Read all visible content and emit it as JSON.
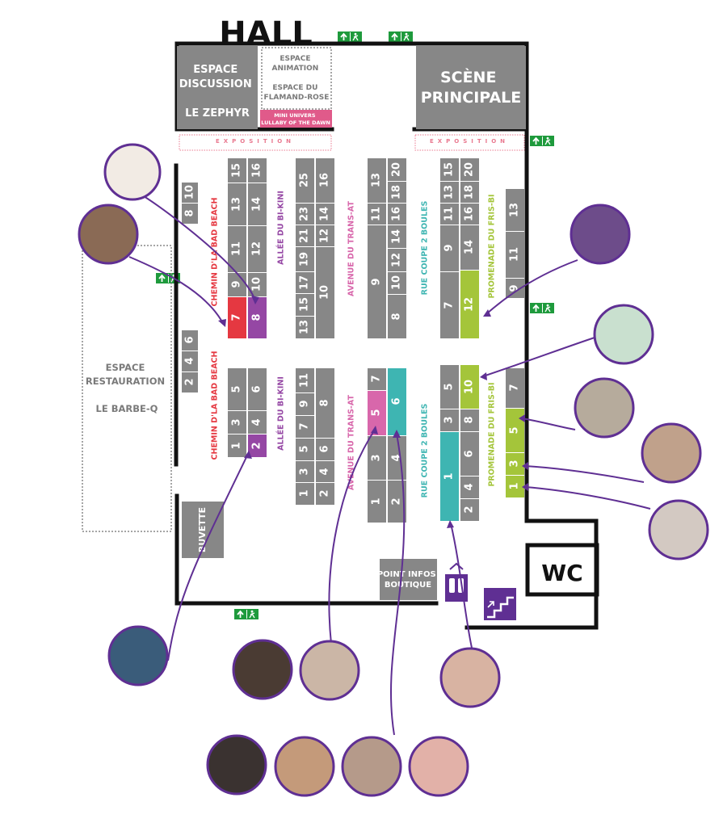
{
  "hall_title": "HALL",
  "areas": {
    "discussion": [
      "ESPACE",
      "DISCUSSION",
      "",
      "LE ZEPHYR"
    ],
    "animation": [
      "ESPACE",
      "ANIMATION",
      "",
      "ESPACE DU",
      "FLAMAND-ROSE"
    ],
    "mini_univers": [
      "MINI UNIVERS",
      "LULLABY OF THE DAWN"
    ],
    "scene": [
      "SCÈNE",
      "PRINCIPALE"
    ],
    "restauration": [
      "ESPACE",
      "RESTAURATION",
      "",
      "LE BARBE-Q"
    ],
    "buvette": "BUVETTE",
    "point_infos": [
      "POINT INFOS",
      "BOUTIQUE"
    ],
    "wc": "WC",
    "exposition": "EXPOSITION"
  },
  "aisles": {
    "bad_beach": "CHEMIN D'LA BAD BEACH",
    "bi_kini": "ALLÉE DU BI-KINI",
    "trans_at": "AVENUE DU TRANS-AT",
    "coupe_2_boules": "RUE COUPE 2 BOULES",
    "fris_bi": "PROMENADE DU FRIS-BI"
  },
  "stands": {
    "s1": [
      "8",
      "10"
    ],
    "s2": [
      "2",
      "4",
      "6"
    ],
    "s3": [
      "15",
      "16",
      "13",
      "14",
      "11",
      "12",
      "9",
      "10",
      "7",
      "8"
    ],
    "s4": [
      "5",
      "6",
      "3",
      "4",
      "1",
      "2"
    ],
    "s5": [
      "25",
      "16",
      "23",
      "14",
      "21",
      "12",
      "19",
      "17",
      "15",
      "13",
      "10"
    ],
    "s6": [
      "11",
      "9",
      "7",
      "5",
      "3",
      "1",
      "8",
      "6",
      "4",
      "2"
    ],
    "s7": [
      "13",
      "20",
      "11",
      "18",
      "16",
      "14",
      "12",
      "10",
      "9",
      "8"
    ],
    "s8": [
      "7",
      "5",
      "6",
      "3",
      "1",
      "4",
      "2"
    ],
    "s9": [
      "15",
      "20",
      "13",
      "18",
      "11",
      "16",
      "9",
      "14",
      "7",
      "12"
    ],
    "s10": [
      "5",
      "10",
      "3",
      "8",
      "1",
      "6",
      "4",
      "2"
    ],
    "s11": [
      "13",
      "11",
      "9"
    ],
    "s12": [
      "7",
      "5",
      "3",
      "1"
    ]
  },
  "colors": {
    "stand_gray": "#878787",
    "wall": "#111111",
    "purple": "#5f2f93",
    "red": "#e53841",
    "violet": "#9547a4",
    "pink": "#d867ab",
    "teal": "#3eb5b2",
    "lime": "#a4c53a",
    "exit_green": "#1e9a3c",
    "expo_pink": "#e9788f"
  }
}
